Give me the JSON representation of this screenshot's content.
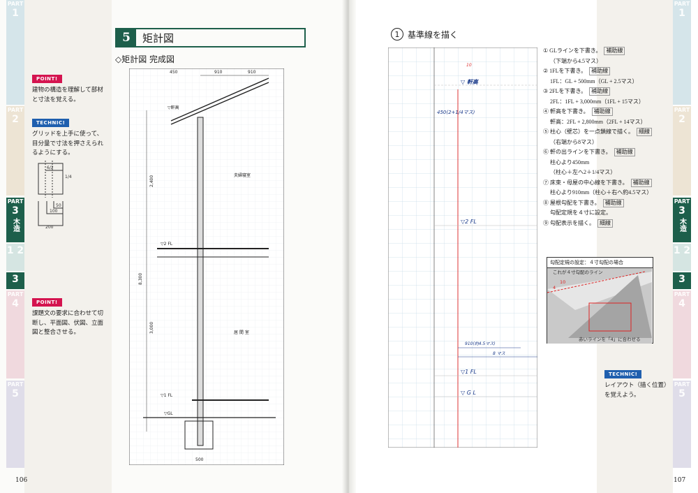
{
  "left_page": {
    "section_number": "5",
    "section_title": "矩計図",
    "subtitle": "◇矩計図 完成図",
    "point1": {
      "badge": "POINT!",
      "text": "建物の構造を理解して部材と寸法を覚える。"
    },
    "technic1": {
      "badge": "TECHNIC!",
      "text": "グリッドを上手に使って、目分量で寸法を押さえられるようにする。",
      "diagram_labels": [
        "6/2",
        "1/4",
        "50",
        "100",
        "200"
      ]
    },
    "point2": {
      "badge": "POINT!",
      "text": "課題文の要求に合わせて切断し、平面図、伏図、立面図と整合させる。"
    },
    "drawing_labels": {
      "top_dims": [
        "450",
        "910",
        "910"
      ],
      "eave": "▽軒高",
      "fl2": "▽2 FL",
      "fl1": "▽1 FL",
      "gl": "▽GL",
      "height_total": "8,300",
      "h1": "2,400",
      "h2": "3,000",
      "bottom_dim": "500",
      "room_upper": "夫婦寝室",
      "room_lower": "居 間 室"
    },
    "page_number": "106"
  },
  "right_page": {
    "step_number": "1",
    "step_title": "基準線を描く",
    "grid_labels": {
      "eave": "▽ 軒高",
      "fl2": "▽2 FL",
      "fl1": "▽1 FL",
      "gl": "▽ G L",
      "dim_450": "450(2+1/4マス)",
      "dim_910": "910(約4.5マス)",
      "dim_8": "8 マス",
      "slope": "10"
    },
    "instructions": [
      {
        "num": "①",
        "text": "GLラインを下書き。",
        "tag": "補助線",
        "sub": [
          "（下端から4.5マス）"
        ]
      },
      {
        "num": "②",
        "text": "1FLを下書き。",
        "tag": "補助線",
        "sub": [
          "1FL：GL + 500mm（GL + 2.5マス）"
        ]
      },
      {
        "num": "③",
        "text": "2FLを下書き。",
        "tag": "補助線",
        "sub": [
          "2FL：1FL + 3,000mm（1FL + 15マス）"
        ]
      },
      {
        "num": "④",
        "text": "軒高を下書き。",
        "tag": "補助線",
        "sub": [
          "軒高：2FL + 2,800mm（2FL + 14マス）"
        ]
      },
      {
        "num": "⑤",
        "text": "柱心（壁芯）を一点鎖線で描く。",
        "tag": "細線",
        "sub": [
          "（右端から8マス）"
        ]
      },
      {
        "num": "⑥",
        "text": "軒の出ラインを下書き。",
        "tag": "補助線",
        "sub": [
          "柱心より450mm",
          "（柱心＋左へ2＋1/4マス）"
        ]
      },
      {
        "num": "⑦",
        "text": "床束・母屋の中心線を下書き。",
        "tag": "補助線",
        "sub": [
          "柱心より910mm（柱心＋右へ約4.5マス）"
        ]
      },
      {
        "num": "⑧",
        "text": "屋根勾配を下書き。",
        "tag": "補助線",
        "sub": [
          "勾配定規を４寸に設定。"
        ]
      },
      {
        "num": "⑨",
        "text": "勾配表示を描く。",
        "tag": "細線",
        "sub": []
      }
    ],
    "photo": {
      "caption": "勾配定規の設定：４寸勾配の場合",
      "label_top": "これが４寸勾配のライン",
      "label_bottom": "赤いラインを「4」に合わせる",
      "ratio": [
        "10",
        "4"
      ]
    },
    "technic1": {
      "badge": "TECHNIC!",
      "text": "レイアウト（描く位置）を覚えよう。"
    },
    "page_number": "107"
  },
  "tabs": [
    {
      "part": "PART",
      "num": "1",
      "color": "#d5e5ea"
    },
    {
      "part": "PART",
      "num": "2",
      "color": "#ede4d4"
    },
    {
      "part": "PART",
      "num": "3",
      "label": "木造",
      "color": "#1d5f4b"
    },
    {
      "part": "",
      "num": "1 2",
      "color": "#d5e5e2"
    },
    {
      "part": "",
      "num": "3",
      "color": "#1d5f4b"
    },
    {
      "part": "PART",
      "num": "4",
      "color": "#f0d9de"
    },
    {
      "part": "PART",
      "num": "5",
      "color": "#dfdde9"
    }
  ]
}
